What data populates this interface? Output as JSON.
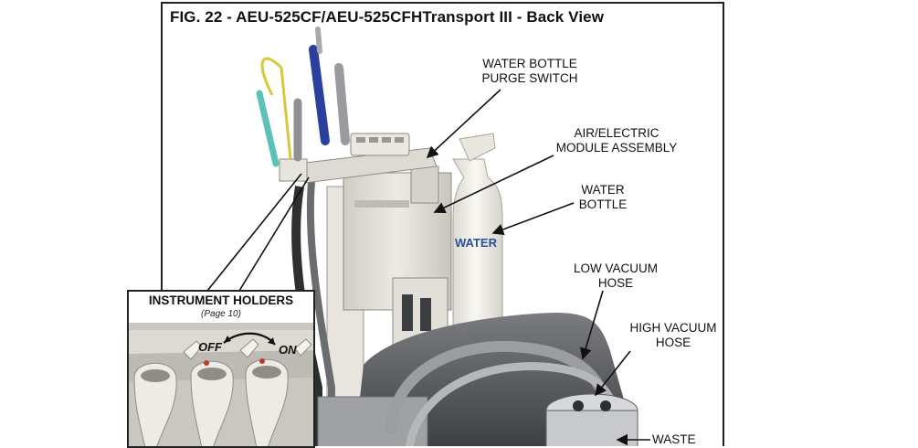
{
  "figure": {
    "title": "FIG. 22 - AEU-525CF/AEU-525CFHTransport III - Back View"
  },
  "callouts": {
    "water_bottle_purge_switch": "WATER BOTTLE\nPURGE SWITCH",
    "air_electric_module": "AIR/ELECTRIC\nMODULE ASSEMBLY",
    "water_bottle": "WATER\nBOTTLE",
    "low_vacuum_hose": "LOW VACUUM\nHOSE",
    "high_vacuum_hose": "HIGH VACUUM\nHOSE",
    "waste": "WASTE"
  },
  "bottle_label": "WATER",
  "inset": {
    "title": "INSTRUMENT HOLDERS",
    "subtitle": "(Page 10)",
    "off_label": "OFF",
    "on_label": "ON"
  },
  "colors": {
    "frame": "#222222",
    "housing": "#e4e2da",
    "hose": "#8a8c8e",
    "dark_hose": "#3a3a3c",
    "bottle": "#f3f1ea",
    "bottle_text": "#2a4fa0",
    "yellow_line": "#d8c93a",
    "teal_handle": "#5cc1b8",
    "blue_handpiece": "#2b3f9e"
  }
}
